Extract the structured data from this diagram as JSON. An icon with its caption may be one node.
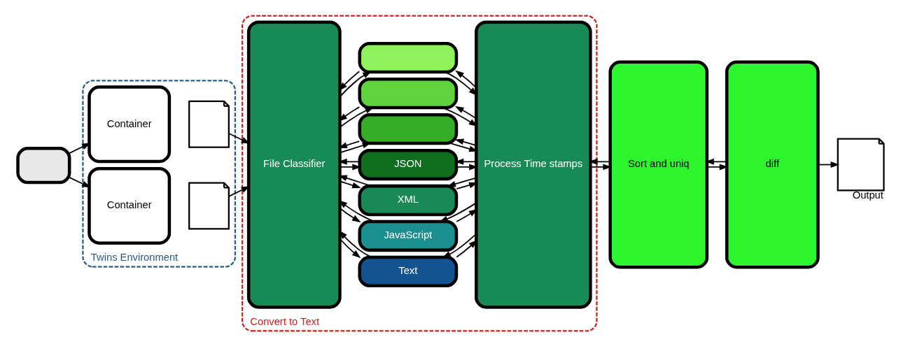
{
  "diagram": {
    "nodes": [
      {
        "text": [],
        "shape": "box"
      },
      {
        "text": [
          "Twins Environment"
        ]
      },
      {
        "text": [
          "Container"
        ],
        "in": 1
      },
      {
        "text": [
          "Container"
        ],
        "in": 1
      },
      {
        "text": [],
        "shape": "document",
        "in": 1
      },
      {
        "text": [],
        "shape": "document",
        "in": 1
      },
      {
        "text": [
          "Convert to Text"
        ]
      },
      {
        "text": [
          "File Classifier"
        ],
        "in": 6
      },
      {
        "text": [],
        "shape": "box",
        "in": 6
      },
      {
        "text": [],
        "shape": "box",
        "in": 6
      },
      {
        "text": [],
        "shape": "box",
        "in": 6
      },
      {
        "text": [
          "JSON"
        ],
        "in": 6
      },
      {
        "text": [
          "XML"
        ],
        "in": 6
      },
      {
        "text": [
          "JavaScript"
        ],
        "in": 6
      },
      {
        "text": [
          "Text"
        ],
        "in": 6
      },
      {
        "text": [
          "Process Time stamps"
        ],
        "in": 6
      },
      {
        "text": [
          "Sort and uniq"
        ]
      },
      {
        "text": [
          "diff"
        ]
      },
      {
        "text": [],
        "shape": "document",
        "beside": [
          "Output"
        ]
      }
    ],
    "edges": [
      {
        "from": 0,
        "to": 2,
        "arrow": "to"
      },
      {
        "from": 0,
        "to": 3,
        "arrow": "to"
      },
      {
        "from": 4,
        "to": 7,
        "arrow": "to"
      },
      {
        "from": 5,
        "to": 7,
        "arrow": "to"
      },
      {
        "from": 7,
        "to": 8,
        "arrow": "to"
      },
      {
        "from": 8,
        "to": 7,
        "arrow": "to"
      },
      {
        "from": 7,
        "to": 9,
        "arrow": "to"
      },
      {
        "from": 9,
        "to": 7,
        "arrow": "to"
      },
      {
        "from": 7,
        "to": 10,
        "arrow": "to"
      },
      {
        "from": 10,
        "to": 7,
        "arrow": "to"
      },
      {
        "from": 7,
        "to": 11,
        "arrow": "to"
      },
      {
        "from": 11,
        "to": 7,
        "arrow": "to"
      },
      {
        "from": 7,
        "to": 12,
        "arrow": "to"
      },
      {
        "from": 12,
        "to": 7,
        "arrow": "to"
      },
      {
        "from": 7,
        "to": 13,
        "arrow": "to"
      },
      {
        "from": 13,
        "to": 7,
        "arrow": "to"
      },
      {
        "from": 7,
        "to": 14,
        "arrow": "to"
      },
      {
        "from": 14,
        "to": 7,
        "arrow": "to"
      },
      {
        "from": 8,
        "to": 15,
        "arrow": "to"
      },
      {
        "from": 15,
        "to": 8,
        "arrow": "to"
      },
      {
        "from": 9,
        "to": 15,
        "arrow": "to"
      },
      {
        "from": 15,
        "to": 9,
        "arrow": "to"
      },
      {
        "from": 10,
        "to": 15,
        "arrow": "to"
      },
      {
        "from": 15,
        "to": 10,
        "arrow": "to"
      },
      {
        "from": 11,
        "to": 15,
        "arrow": "to"
      },
      {
        "from": 15,
        "to": 11,
        "arrow": "to"
      },
      {
        "from": 12,
        "to": 15,
        "arrow": "to"
      },
      {
        "from": 15,
        "to": 12,
        "arrow": "to"
      },
      {
        "from": 13,
        "to": 15,
        "arrow": "to"
      },
      {
        "from": 15,
        "to": 13,
        "arrow": "to"
      },
      {
        "from": 14,
        "to": 15,
        "arrow": "to"
      },
      {
        "from": 15,
        "to": 14,
        "arrow": "to"
      },
      {
        "from": 15,
        "to": 16,
        "arrow": "to"
      },
      {
        "from": 16,
        "to": 15,
        "arrow": "to"
      },
      {
        "from": 16,
        "to": 17,
        "arrow": "to"
      },
      {
        "from": 17,
        "to": 16,
        "arrow": "to"
      },
      {
        "from": 17,
        "to": 18,
        "arrow": "to"
      }
    ]
  }
}
